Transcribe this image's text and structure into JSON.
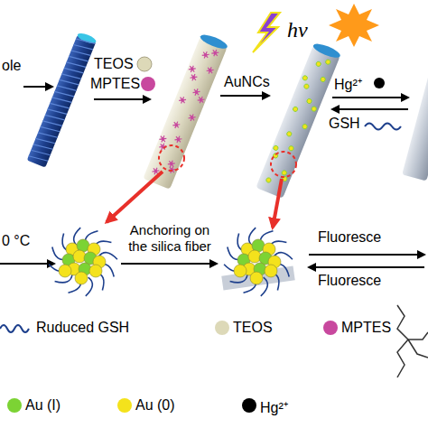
{
  "diagram": {
    "labels": [
      "ole",
      "TEOS",
      "MPTES",
      "AuNCs",
      "hv",
      "Hg²⁺",
      "GSH",
      "0 °C",
      "Anchoring on the silica fiber",
      "Fluoresce",
      "Fluoresce"
    ],
    "legend": [
      {
        "text": "Ruduced GSH"
      },
      {
        "text": "TEOS",
        "color": "#ddd9b8"
      },
      {
        "text": "MPTES",
        "color": "#c8489e"
      },
      {
        "text": "Au (I)",
        "color": "#7cd334"
      },
      {
        "text": "Au (0)",
        "color": "#f4e21c"
      },
      {
        "text": "Hg²⁺",
        "color": "#000000"
      }
    ]
  }
}
